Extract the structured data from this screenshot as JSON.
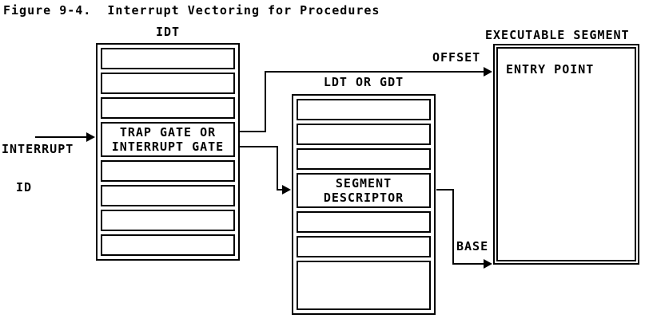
{
  "title": "Figure 9-4.  Interrupt Vectoring for Procedures",
  "colors": {
    "ink": "#000000",
    "paper": "#ffffff"
  },
  "idt": {
    "label": "IDT",
    "rows": [
      {
        "name": "idt-row-1",
        "lines": []
      },
      {
        "name": "idt-row-2",
        "lines": []
      },
      {
        "name": "idt-row-3",
        "lines": []
      },
      {
        "name": "idt-row-trap-gate",
        "lines": [
          "TRAP GATE OR",
          "INTERRUPT GATE"
        ]
      },
      {
        "name": "idt-row-5",
        "lines": []
      },
      {
        "name": "idt-row-6",
        "lines": []
      },
      {
        "name": "idt-row-7",
        "lines": []
      },
      {
        "name": "idt-row-8",
        "lines": []
      }
    ]
  },
  "ldt": {
    "label": "LDT OR GDT",
    "rows": [
      {
        "name": "ldt-row-1",
        "lines": []
      },
      {
        "name": "ldt-row-2",
        "lines": []
      },
      {
        "name": "ldt-row-3",
        "lines": []
      },
      {
        "name": "ldt-row-segment-descriptor",
        "lines": [
          "SEGMENT",
          "DESCRIPTOR"
        ]
      },
      {
        "name": "ldt-row-5",
        "lines": []
      },
      {
        "name": "ldt-row-6",
        "lines": []
      },
      {
        "name": "ldt-row-7",
        "lines": []
      }
    ]
  },
  "executable_segment": {
    "label": "EXECUTABLE SEGMENT",
    "entry_point": "ENTRY POINT"
  },
  "annotations": {
    "interrupt_id": [
      "INTERRUPT",
      "ID"
    ],
    "offset": "OFFSET",
    "base": "BASE"
  }
}
